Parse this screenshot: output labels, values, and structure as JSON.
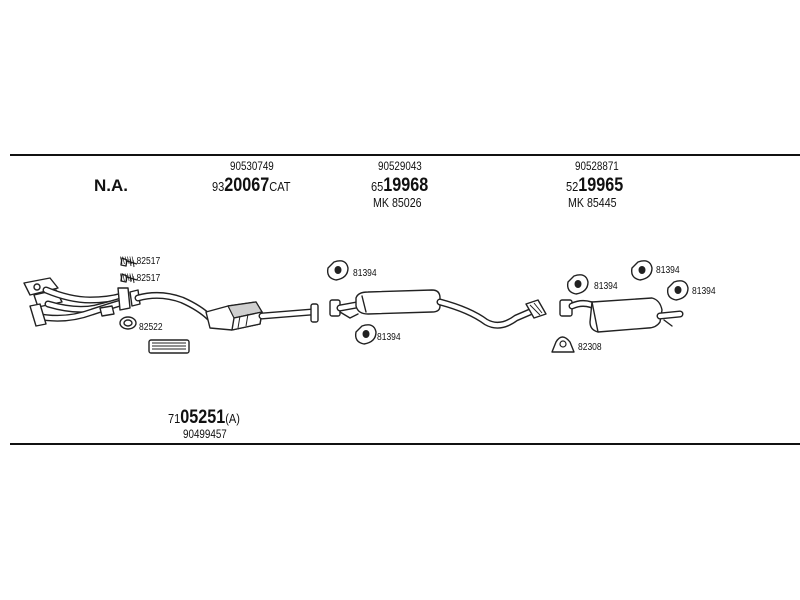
{
  "header": {
    "variant": "N.A.",
    "groups": [
      {
        "oem": "90530749",
        "part_prefix": "93",
        "part_main": "20067",
        "part_suffix": "CAT",
        "kit": ""
      },
      {
        "oem": "90529043",
        "part_prefix": "65",
        "part_main": "19968",
        "part_suffix": "",
        "kit": "MK 85026"
      },
      {
        "oem": "90528871",
        "part_prefix": "52",
        "part_main": "19965",
        "part_suffix": "",
        "kit": "MK 85445"
      }
    ]
  },
  "callouts": {
    "stud_a": "82517",
    "stud_b": "82517",
    "gasket": "82522",
    "hanger_mid_top": "81394",
    "hanger_mid_bottom": "81394",
    "hanger_rear_1": "81394",
    "hanger_rear_2": "81394",
    "hanger_rear_3": "81394",
    "clamp_rear": "82308"
  },
  "footer": {
    "part_prefix": "71",
    "part_main": "05251",
    "part_suffix": "(A)",
    "oem": "90499457"
  },
  "colors": {
    "line": "#111111",
    "background": "#ffffff"
  }
}
